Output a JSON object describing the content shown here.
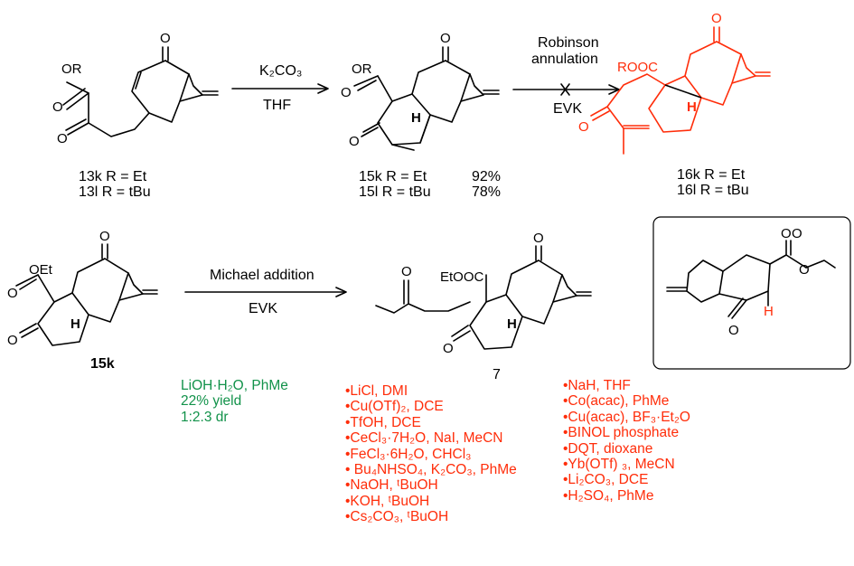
{
  "compounds": {
    "c13": {
      "labels": [
        "13k  R = Et",
        "13l   R = tBu"
      ]
    },
    "c15": {
      "labels": [
        "15k   R = Et",
        "15l   R = tBu"
      ],
      "yields": [
        "92%",
        "78%"
      ]
    },
    "c16": {
      "labels": [
        "16k   R = Et",
        "16l   R = tBu"
      ]
    },
    "c15k_label": "15k",
    "c7_label": "7"
  },
  "atoms": {
    "O": "O",
    "OR": "OR",
    "OEt": "OEt",
    "H": "H",
    "ROOC": "ROOC",
    "EtOOC": "EtOOC"
  },
  "reactions": {
    "r1": {
      "reagent": "K₂CO₃",
      "solvent": "THF"
    },
    "r2": {
      "line1": "Robinson",
      "line2": "annulation",
      "reagent": "EVK"
    },
    "r3": {
      "name": "Michael addition",
      "reagent": "EVK"
    }
  },
  "success_conditions": [
    "LiOH·H₂O, PhMe",
    "22% yield",
    "1:2.3 dr"
  ],
  "failed_conditions_left": [
    "•LiCl, DMI",
    "•Cu(OTf)₂, DCE",
    "•TfOH, DCE",
    "•CeCl₃·7H₂O, NaI, MeCN",
    "•FeCl₃·6H₂O, CHCl₃",
    "• Bu₄NHSO₄, K₂CO₃, PhMe",
    "•NaOH, ᵗBuOH",
    "•KOH, ᵗBuOH",
    "•Cs₂CO₃, ᵗBuOH"
  ],
  "failed_conditions_right": [
    "•NaH, THF",
    "•Co(acac), PhMe",
    "•Cu(acac), BF₃·Et₂O",
    "•BINOL phosphate",
    "•DQT, dioxane",
    "•Yb(OTf) ₃, MeCN",
    "•Li₂CO₃, DCE",
    "•H₂SO₄, PhMe"
  ],
  "colors": {
    "failed": "#ff2d0a",
    "success": "#12924a",
    "product_16": "#ff2d0a",
    "bond": "#000000"
  }
}
